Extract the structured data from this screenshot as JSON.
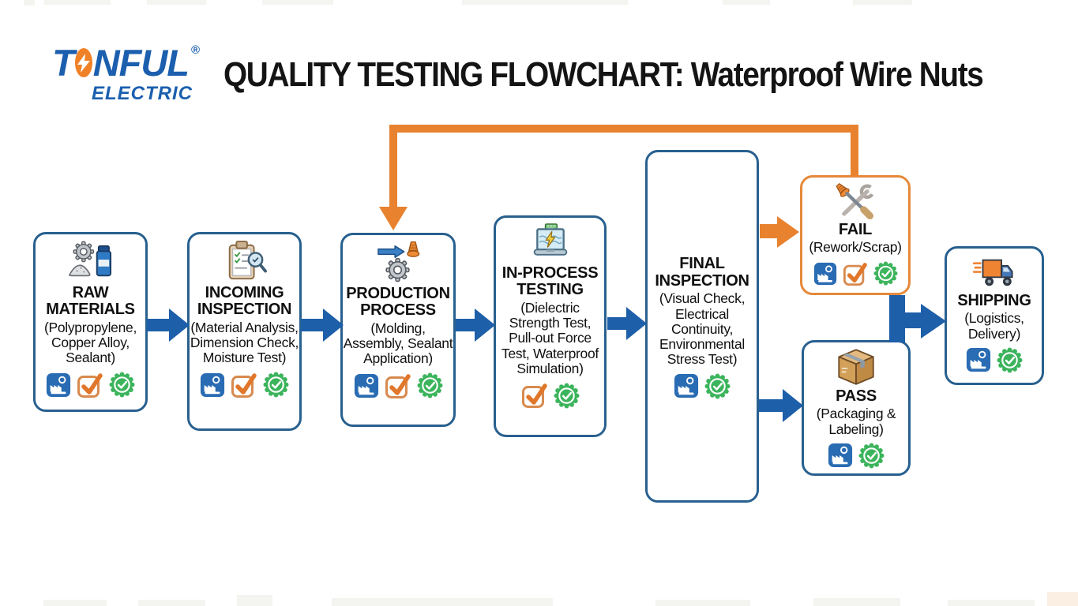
{
  "colors": {
    "flow_blue": "#1d5fa9",
    "box_border_blue": "#28608f",
    "flow_orange": "#e8822f",
    "fail_border_orange": "#e5893a",
    "seal_green": "#3cb45c",
    "logo_blue": "#1b5fae",
    "logo_bolt_orange": "#f08127",
    "title_black": "#141414"
  },
  "logo": {
    "part1": "T",
    "part2": "NFUL",
    "registered": "®",
    "subtitle": "ELECTRIC",
    "bolt_icon": "lightning-bolt-icon"
  },
  "header": {
    "title": "QUALITY TESTING FLOWCHART: Waterproof Wire Nuts"
  },
  "flow": {
    "nodes": [
      {
        "id": "raw-materials",
        "title": "RAW MATERIALS",
        "subtitle": "(Polypropylene, Copper Alloy, Sealant)",
        "icon": "gear-powder-bottle-icon",
        "badges": [
          "factory-icon",
          "checkbox-icon",
          "seal-badge-icon"
        ]
      },
      {
        "id": "incoming-inspection",
        "title": "INCOMING INSPECTION",
        "subtitle": "(Material Analysis, Dimension Check, Moisture Test)",
        "icon": "clipboard-magnifier-icon",
        "badges": [
          "factory-icon",
          "checkbox-icon",
          "seal-badge-icon"
        ]
      },
      {
        "id": "production-process",
        "title": "PRODUCTION PROCESS",
        "subtitle": "(Molding, Assembly, Sealant Application)",
        "icon": "gear-arrow-wirenut-icon",
        "badges": [
          "factory-icon",
          "checkbox-icon",
          "seal-badge-icon"
        ]
      },
      {
        "id": "in-process-testing",
        "title": "IN-PROCESS TESTING",
        "subtitle": "(Dielectric Strength Test, Pull-out Force Test, Waterproof Simulation)",
        "icon": "laptop-lightning-icon",
        "badges": [
          "checkbox-icon",
          "seal-badge-icon"
        ]
      },
      {
        "id": "final-inspection",
        "title": "FINAL INSPECTION",
        "subtitle": "(Visual Check, Electrical Continuity, Environmental Stress Test)",
        "icon": null,
        "badges": [
          "factory-icon",
          "seal-badge-icon"
        ]
      },
      {
        "id": "fail",
        "title": "FAIL",
        "subtitle": "(Rework/Scrap)",
        "icon": "crossed-tools-icon",
        "badges": [
          "factory-icon",
          "checkbox-icon",
          "seal-badge-icon"
        ],
        "accent": "orange"
      },
      {
        "id": "pass",
        "title": "PASS",
        "subtitle": "(Packaging & Labeling)",
        "icon": "carton-box-icon",
        "badges": [
          "factory-icon",
          "seal-badge-icon"
        ]
      },
      {
        "id": "shipping",
        "title": "SHIPPING",
        "subtitle": "(Logistics, Delivery)",
        "icon": "delivery-truck-icon",
        "badges": [
          "factory-icon",
          "seal-badge-icon"
        ]
      }
    ],
    "connections": [
      {
        "from": "raw-materials",
        "to": "incoming-inspection",
        "color": "blue"
      },
      {
        "from": "incoming-inspection",
        "to": "production-process",
        "color": "blue"
      },
      {
        "from": "production-process",
        "to": "in-process-testing",
        "color": "blue"
      },
      {
        "from": "in-process-testing",
        "to": "final-inspection",
        "color": "blue"
      },
      {
        "from": "final-inspection",
        "to": "fail",
        "color": "orange"
      },
      {
        "from": "final-inspection",
        "to": "pass",
        "color": "blue"
      },
      {
        "from": "pass",
        "to": "shipping",
        "color": "blue"
      },
      {
        "from": "fail",
        "to": "production-process",
        "color": "orange",
        "type": "rework-feedback-loop"
      }
    ]
  }
}
